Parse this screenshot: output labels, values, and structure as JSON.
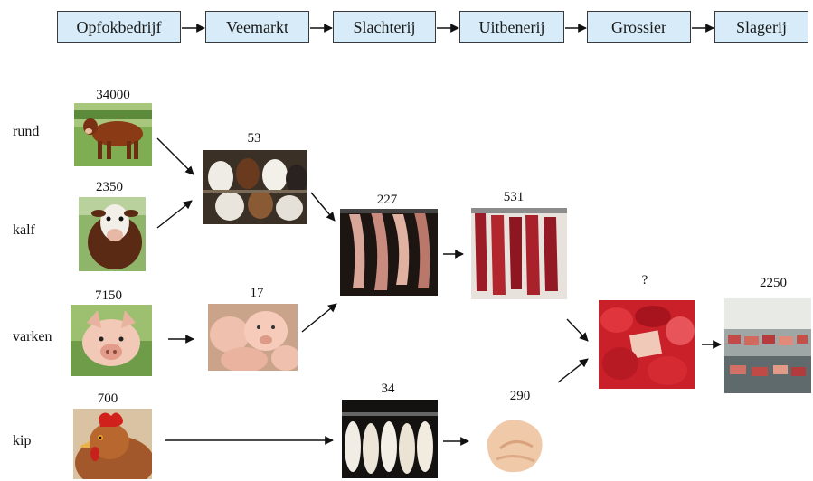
{
  "stages": [
    "Opfokbedrijf",
    "Veemarkt",
    "Slachterij",
    "Uitbenerij",
    "Grossier",
    "Slagerij"
  ],
  "rows": [
    "rund",
    "kalf",
    "varken",
    "kip"
  ],
  "counts": {
    "rund": "34000",
    "kalf": "2350",
    "varken": "7150",
    "kip": "700",
    "veemarkt_rund": "53",
    "veemarkt_varken": "17",
    "slachterij_vlees": "227",
    "slachterij_kip": "34",
    "uitbenerij_vlees": "531",
    "uitbenerij_kip": "290",
    "grossier": "?",
    "slagerij": "2250"
  },
  "images": {
    "rund": "cow-photo",
    "kalf": "calf-photo",
    "varken": "pig-photo",
    "kip": "chicken-photo",
    "veemarkt_rund": "cattle-market-photo",
    "veemarkt_varken": "piglets-photo",
    "slachterij_vlees": "carcasses-photo",
    "slachterij_kip": "poultry-carcasses-photo",
    "uitbenerij_vlees": "hanging-meat-photo",
    "uitbenerij_kip": "raw-chicken-photo",
    "grossier": "meat-cuts-photo",
    "slagerij": "butcher-counter-photo"
  }
}
